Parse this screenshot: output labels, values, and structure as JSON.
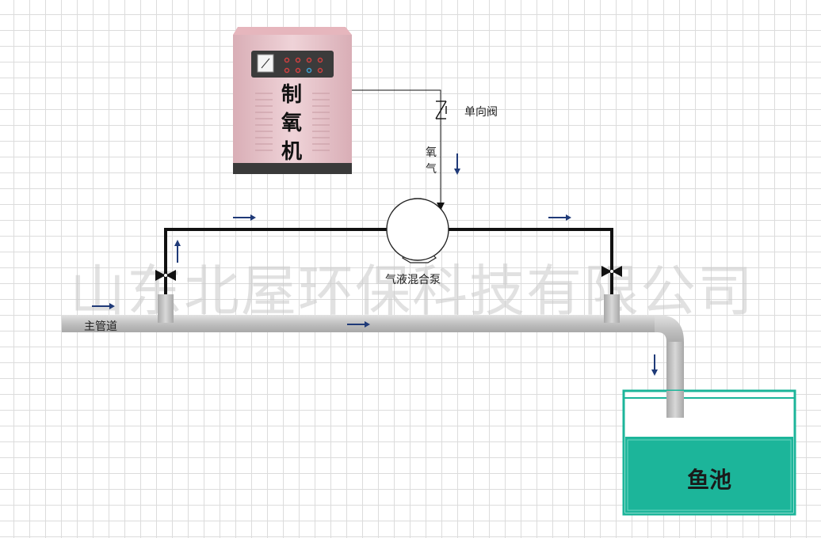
{
  "labels": {
    "oxygen_machine": "制\n氧\n机",
    "check_valve": "单向阀",
    "oxygen": "氧\n气",
    "mixing_pump": "气液混合泵",
    "main_pipe": "主管道",
    "fish_pond": "鱼池"
  },
  "watermark": "山东北屋环保科技有限公司",
  "colors": {
    "machine_body": "#e8c9cf",
    "machine_base": "#3a3a3a",
    "pipe": "#c4c4c4",
    "arrow": "#1f3a78",
    "pond_water": "#1cb59a"
  }
}
